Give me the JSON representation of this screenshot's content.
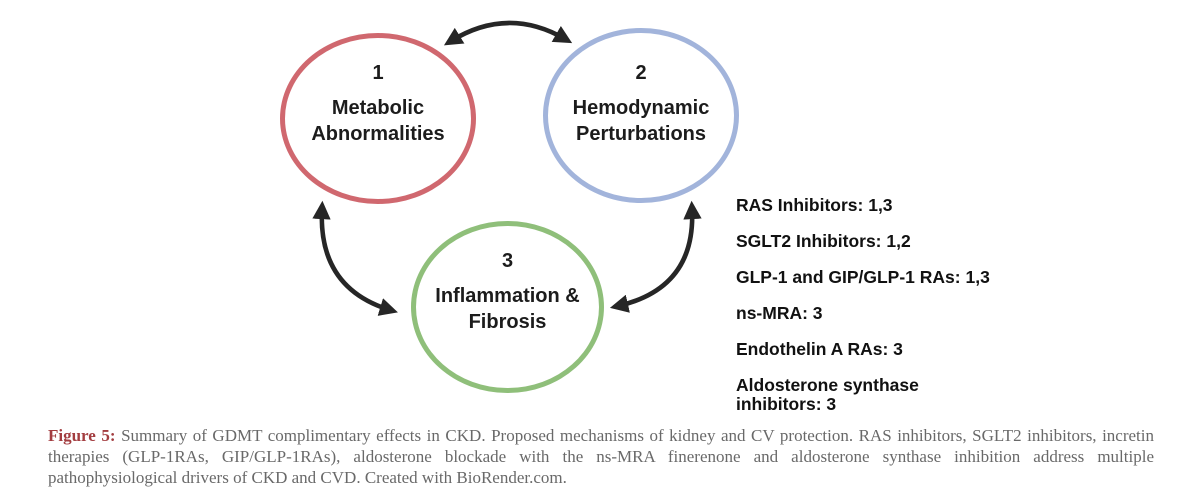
{
  "figure": {
    "arrow_color": "#262626",
    "circles": [
      {
        "number": "1",
        "label_line1": "Metabolic",
        "label_line2": "Abnormalities",
        "color": "#d0686f"
      },
      {
        "number": "2",
        "label_line1": "Hemodynamic",
        "label_line2": "Perturbations",
        "color": "#a2b4db"
      },
      {
        "number": "3",
        "label_line1": "Inflammation &",
        "label_line2": "Fibrosis",
        "color": "#8fbf7a"
      }
    ],
    "legend": [
      "RAS Inhibitors: 1,3",
      "SGLT2 Inhibitors: 1,2",
      "GLP-1 and GIP/GLP-1 RAs: 1,3",
      "ns-MRA: 3",
      "Endothelin A RAs: 3",
      "Aldosterone synthase inhibitors: 3"
    ]
  },
  "caption": {
    "label": "Figure 5:",
    "label_color": "#a33d40",
    "text_color": "#696969",
    "text": "Summary of GDMT complimentary effects in CKD. Proposed mechanisms of kidney and CV protection. RAS inhibitors, SGLT2 inhibitors, incretin therapies (GLP-1RAs, GIP/GLP-1RAs), aldosterone blockade with the ns-MRA finerenone and aldosterone synthase inhibition address multiple pathophysiological drivers of CKD and CVD. Created with BioRender.com."
  }
}
